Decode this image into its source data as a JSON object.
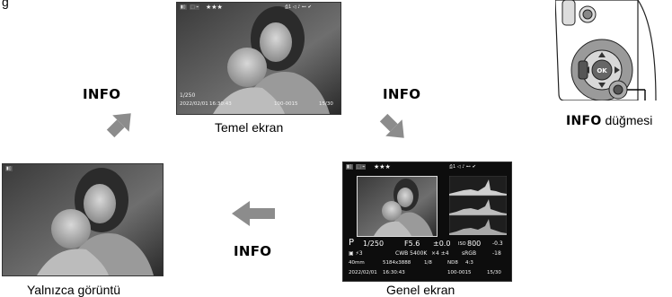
{
  "info_button_label": "INFO",
  "captions": {
    "basic": "Temel ekran",
    "overall": "Genel ekran",
    "image_only": "Yalnızca görüntü",
    "button_bold": "INFO",
    "button_rest": " düğmesi"
  },
  "top_left_fragment": "ğ",
  "basic_screen": {
    "rating": "★★★",
    "shutter": "1/250",
    "date": "2022/02/01",
    "time": "16:30:43",
    "file": "100-0015",
    "count": "15/30"
  },
  "overall_screen": {
    "rating": "★★★",
    "mode": "P",
    "shutter": "1/250",
    "aperture": "F5.6",
    "ev": "±0.0",
    "iso_label": "ISO",
    "iso": "800",
    "exposure_comp": "-0.3",
    "wb": "CWB 5400K",
    "ratio_vals": "×4  ±4",
    "colorspace": "sRGB",
    "flash_comp": "-18",
    "focal": "40mm",
    "size": "5184x3888",
    "frac": "1/8",
    "nd": "ND8",
    "aspect": "4:3",
    "date": "2022/02/01",
    "time": "16:30:43",
    "file": "100-0015",
    "count": "15/30"
  },
  "colors": {
    "arrow": "#8c8c8c",
    "screen_bg": "#0d0d0d",
    "camera_body": "#4a4a4a",
    "camera_bezel": "#1a1a1a"
  }
}
